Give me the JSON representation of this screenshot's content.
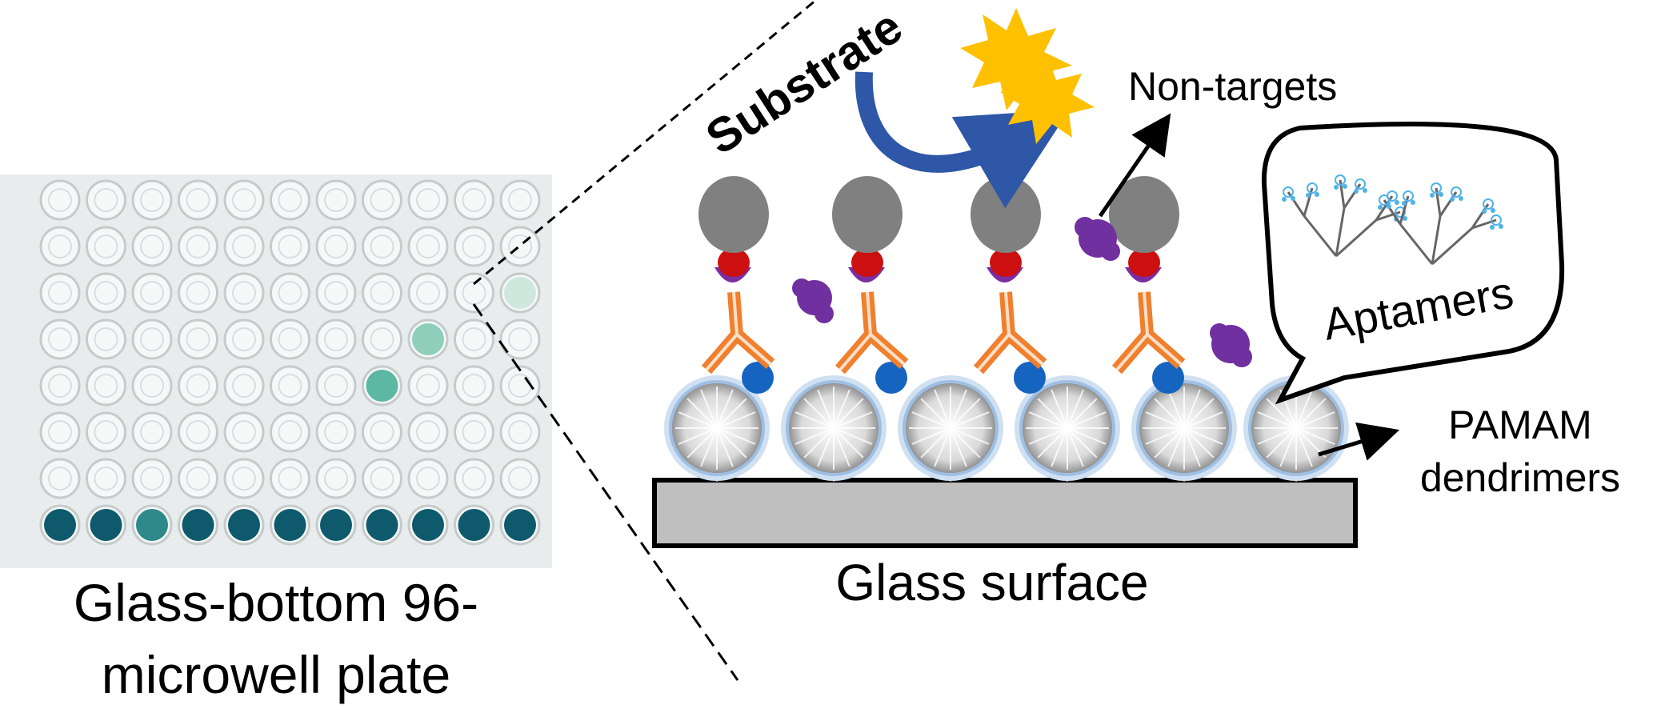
{
  "labels": {
    "plate_line1": "Glass-bottom 96-",
    "plate_line2": "microwell plate",
    "substrate": "Substrate",
    "non_targets": "Non-targets",
    "aptamers": "Aptamers",
    "pamam_line1": "PAMAM",
    "pamam_line2": "dendrimers",
    "glass_surface": "Glass surface"
  },
  "plate": {
    "rows": 8,
    "cols": 11,
    "colored_wells": [
      {
        "row": 2,
        "col": 10,
        "color": "#cfe8dd"
      },
      {
        "row": 3,
        "col": 8,
        "color": "#8fcfba"
      },
      {
        "row": 4,
        "col": 7,
        "color": "#5cb7a3"
      },
      {
        "row": 7,
        "col": 0,
        "color": "#0e5a6c"
      },
      {
        "row": 7,
        "col": 1,
        "color": "#0e5a6c"
      },
      {
        "row": 7,
        "col": 2,
        "color": "#2e8a8a"
      },
      {
        "row": 7,
        "col": 3,
        "color": "#0e5a6c"
      },
      {
        "row": 7,
        "col": 4,
        "color": "#0e5a6c"
      },
      {
        "row": 7,
        "col": 5,
        "color": "#0e5a6c"
      },
      {
        "row": 7,
        "col": 6,
        "color": "#0e5a6c"
      },
      {
        "row": 7,
        "col": 7,
        "color": "#0e5a6c"
      },
      {
        "row": 7,
        "col": 8,
        "color": "#0e5a6c"
      },
      {
        "row": 7,
        "col": 9,
        "color": "#0e5a6c"
      },
      {
        "row": 7,
        "col": 10,
        "color": "#0e5a6c"
      }
    ]
  },
  "colors": {
    "antibody": "#f07f2e",
    "antigen": "#cc1010",
    "linker": "#7b2ea0",
    "non_target": "#7030a0",
    "aptamer_bead": "#1565c0",
    "target": "#808080",
    "dendrimer_ring": "#a8c8e8",
    "glass": "#bfbfbf",
    "star": "#ffc000",
    "arrow": "#2e57a8"
  }
}
